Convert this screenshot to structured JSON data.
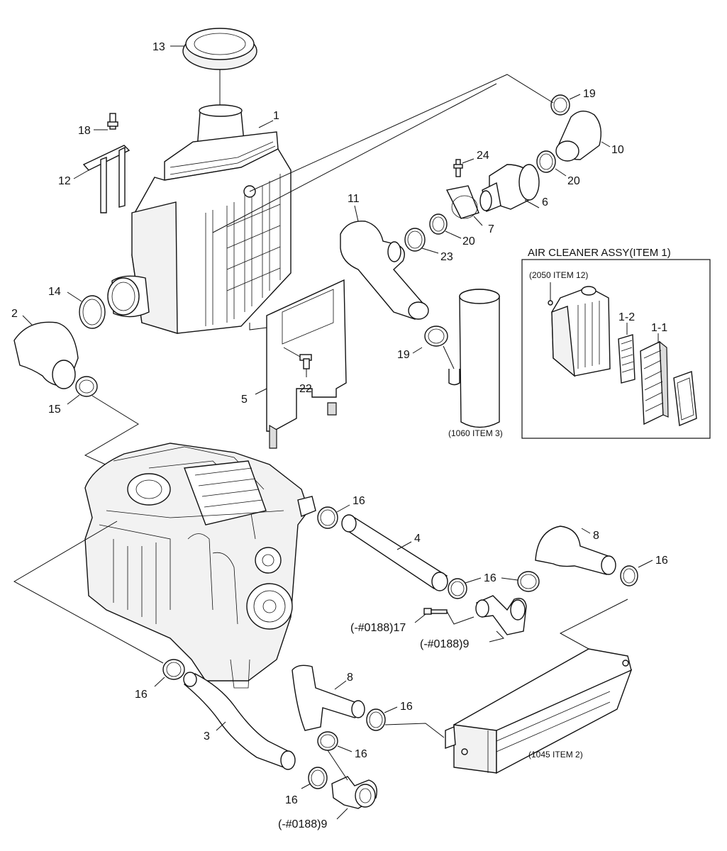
{
  "callouts": {
    "c1": "1",
    "c2": "2",
    "c3": "3",
    "c4": "4",
    "c5": "5",
    "c6": "6",
    "c7": "7",
    "c8a": "8",
    "c8b": "8",
    "c10": "10",
    "c11": "11",
    "c12": "12",
    "c13": "13",
    "c14": "14",
    "c15": "15",
    "c16a": "16",
    "c16b": "16",
    "c16c": "16",
    "c16d": "16",
    "c16e": "16",
    "c16f": "16",
    "c16g": "16",
    "c18": "18",
    "c19a": "19",
    "c19b": "19",
    "c20a": "20",
    "c20b": "20",
    "c22": "22",
    "c23": "23",
    "c24": "24",
    "c17": "(-#0188)17",
    "c9a": "(-#0188)9",
    "c9b": "(-#0188)9"
  },
  "refs": {
    "item3": "(1060 ITEM 3)",
    "item2": "(1045 ITEM 2)"
  },
  "inset": {
    "title": "AIR CLEANER ASSY(ITEM 1)",
    "ref": "(2050 ITEM 12)",
    "c1_1": "1-1",
    "c1_2": "1-2"
  }
}
